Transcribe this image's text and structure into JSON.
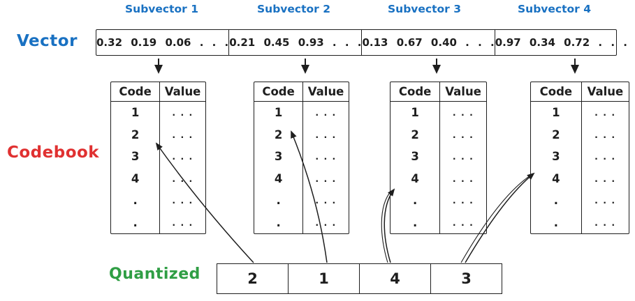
{
  "colors": {
    "blue": "#1971c2",
    "red": "#e03131",
    "green": "#2f9e44",
    "ink": "#1e1e1e"
  },
  "vector": {
    "label": "Vector",
    "subvectors": [
      {
        "label": "Subvector 1",
        "values": "0.32 0.19 0.06 . . ."
      },
      {
        "label": "Subvector 2",
        "values": "0.21 0.45 0.93 . . ."
      },
      {
        "label": "Subvector 3",
        "values": "0.13 0.67 0.40 . . ."
      },
      {
        "label": "Subvector 4",
        "values": "0.97 0.34 0.72 . . ."
      }
    ]
  },
  "codebook": {
    "label": "Codebook",
    "tables": [
      {
        "headers": [
          "Code",
          "Value"
        ],
        "rows": [
          [
            "1",
            ". . ."
          ],
          [
            "2",
            ". . ."
          ],
          [
            "3",
            ". . ."
          ],
          [
            "4",
            ". . ."
          ],
          [
            ".",
            ". . ."
          ],
          [
            ".",
            ". . ."
          ]
        ],
        "selected_code": "2"
      },
      {
        "headers": [
          "Code",
          "Value"
        ],
        "rows": [
          [
            "1",
            ". . ."
          ],
          [
            "2",
            ". . ."
          ],
          [
            "3",
            ". . ."
          ],
          [
            "4",
            ". . ."
          ],
          [
            ".",
            ". . ."
          ],
          [
            ".",
            ". . ."
          ]
        ],
        "selected_code": "1"
      },
      {
        "headers": [
          "Code",
          "Value"
        ],
        "rows": [
          [
            "1",
            ". . ."
          ],
          [
            "2",
            ". . ."
          ],
          [
            "3",
            ". . ."
          ],
          [
            "4",
            ". . ."
          ],
          [
            ".",
            ". . ."
          ],
          [
            ".",
            ". . ."
          ]
        ],
        "selected_code": "4"
      },
      {
        "headers": [
          "Code",
          "Value"
        ],
        "rows": [
          [
            "1",
            ". . ."
          ],
          [
            "2",
            ". . ."
          ],
          [
            "3",
            ". . ."
          ],
          [
            "4",
            ". . ."
          ],
          [
            ".",
            ". . ."
          ],
          [
            ".",
            ". . ."
          ]
        ],
        "selected_code": "3"
      }
    ]
  },
  "quantized": {
    "label": "Quantized",
    "values": [
      "2",
      "1",
      "4",
      "3"
    ]
  }
}
